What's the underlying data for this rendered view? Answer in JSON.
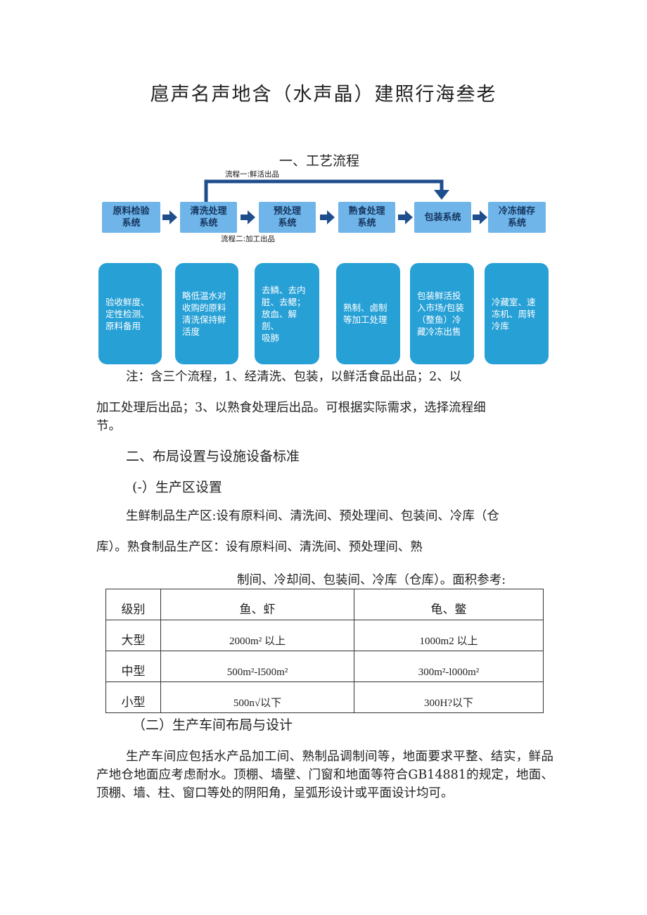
{
  "title": "扈声名声地含（水声晶）建照行海叁老",
  "sec1_heading": "一、工艺流程",
  "flow": {
    "route1_label": "流程一:鲜活出品",
    "route2_label": "流程二:加工出品",
    "boxes": [
      "原料检验\n系统",
      "清洗处理\n系统",
      "预处理\n系统",
      "熟食处理\n系统",
      "包装系统",
      "冷冻储存\n系统"
    ],
    "cards": [
      [
        "验收鲜度、",
        "定性检测、",
        "原料备用"
      ],
      [
        "略低温水对",
        "收购的原料",
        "清洗保持鲜",
        "活度"
      ],
      [
        "去鳞、去内",
        "脏、去鳃；",
        "放血、解剖、",
        "吸肺"
      ],
      [
        "熟制、卤制",
        "等加工处理"
      ],
      [
        "包装鲜活投",
        "入市场/包装",
        "（整鱼）冷",
        "藏冷冻出售"
      ],
      [
        "冷藏室、速",
        "冻机、周转",
        "冷库"
      ]
    ],
    "accent_color": "#27a0d6",
    "box_color": "#6fb5ea",
    "line_color": "#1f4e8c"
  },
  "note_line1": "注：含三个流程，1、经清洗、包装，以鲜活食品出品；2、以",
  "note_line2": "加工处理后出品；3、以熟食处理后出品。可根据实际需求，选择流程细",
  "note_line3": "节。",
  "sec2_heading": "二、布局设置与设施设备标准",
  "sub1_heading": "(-）生产区设置",
  "prod_line1": "生鲜制品生产区:设有原料间、清洗间、预处理间、包装间、冷库（仓",
  "prod_line2": "库）。熟食制品生产区：设有原料间、清洗间、预处理间、熟",
  "prod_line3": "制间、冷却间、包装间、冷库（仓库）。面积参考:",
  "table": {
    "headers": [
      "级别",
      "鱼、虾",
      "龟、鳖"
    ],
    "rows": [
      [
        "大型",
        "2000m² 以上",
        "1000m2 以上"
      ],
      [
        "中型",
        "500m²-l500m²",
        "300m²-l000m²"
      ],
      [
        "小型",
        "500n√以下",
        "300H?以下"
      ]
    ]
  },
  "sub2_heading": "（二）生产车间布局与设计",
  "workshop_para": "生产车间应包括水产品加工间、熟制品调制间等，地面要求平整、结实，鲜品产地仓地面应考虑耐水。顶棚、墙壁、门窗和地面等符合GB14881的规定，地面、顶棚、墙、柱、窗口等处的阴阳角，呈弧形设计或平面设计均可。"
}
